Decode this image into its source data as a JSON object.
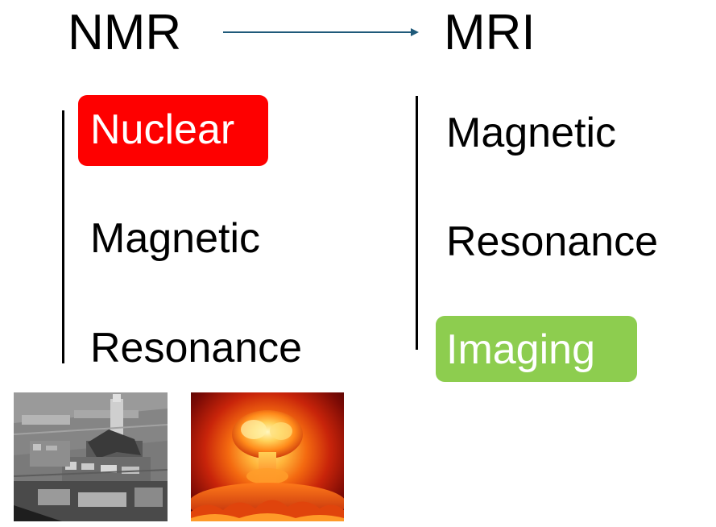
{
  "titles": {
    "left": "NMR",
    "right": "MRI"
  },
  "nmr_words": [
    "Nuclear",
    "Magnetic",
    "Resonance"
  ],
  "mri_words": [
    "Magnetic",
    "Resonance",
    "Imaging"
  ],
  "colors": {
    "nuclear_highlight": "#fe0000",
    "imaging_highlight": "#8dcd4f",
    "arrow": "#1f5a7a",
    "text": "#000000",
    "highlight_text": "#ffffff"
  },
  "photos": [
    {
      "subject": "damaged-power-plant-aerial-photo"
    },
    {
      "subject": "nuclear-explosion-fireball-photo"
    }
  ]
}
